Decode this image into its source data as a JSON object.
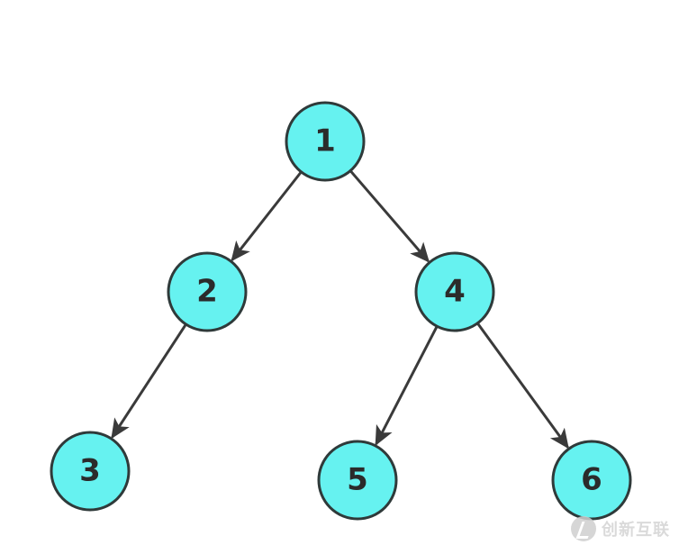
{
  "diagram": {
    "nodes": [
      {
        "id": "1",
        "label": "1"
      },
      {
        "id": "2",
        "label": "2"
      },
      {
        "id": "4",
        "label": "4"
      },
      {
        "id": "3",
        "label": "3"
      },
      {
        "id": "5",
        "label": "5"
      },
      {
        "id": "6",
        "label": "6"
      }
    ],
    "edges": [
      {
        "from": "1",
        "to": "2"
      },
      {
        "from": "1",
        "to": "4"
      },
      {
        "from": "2",
        "to": "3"
      },
      {
        "from": "4",
        "to": "5"
      },
      {
        "from": "4",
        "to": "6"
      }
    ],
    "colors": {
      "node_fill": "#66f2f0",
      "node_stroke": "#2f3a3a",
      "edge": "#3a3a3a",
      "label": "#2b2b2b"
    }
  },
  "watermark": {
    "text": "创新互联"
  }
}
